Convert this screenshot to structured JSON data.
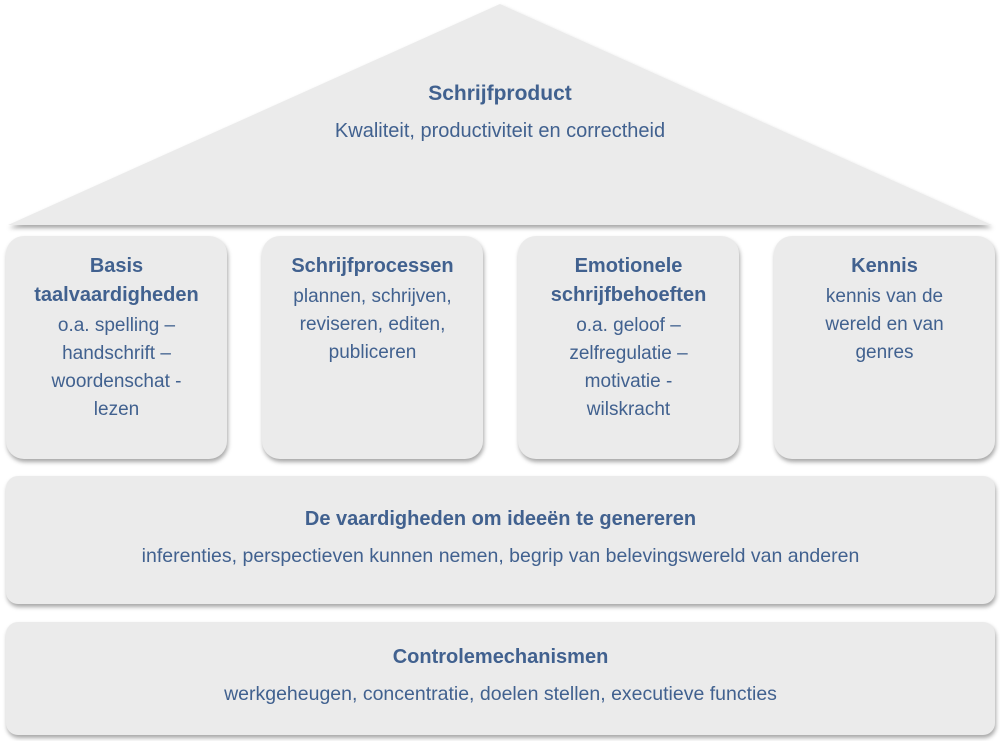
{
  "roof": {
    "title": "Schrijfproduct",
    "subtitle": "Kwaliteit, productiviteit en correctheid"
  },
  "pillars": [
    {
      "title": "Basis\ntaalvaardigheden",
      "description": "o.a. spelling –\nhandschrift –\nwoordenschat -\nlezen"
    },
    {
      "title": "Schrijfprocessen",
      "description": "plannen, schrijven,\nreviseren, editen,\npubliceren"
    },
    {
      "title": "Emotionele\nschrijfbehoeften",
      "description": "o.a. geloof –\nzelfregulatie –\nmotivatie -\nwilskracht"
    },
    {
      "title": "Kennis",
      "description": "kennis van de\nwereld en van\ngenres"
    }
  ],
  "bands": [
    {
      "title": "De vaardigheden om ideeën te genereren",
      "description": "inferenties, perspectieven kunnen nemen, begrip van belevingswereld van anderen"
    },
    {
      "title": "Controlemechanismen",
      "description": "werkgeheugen, concentratie, doelen stellen, executieve functies"
    }
  ],
  "colors": {
    "text": "#41618f",
    "fill": "#ebebeb"
  }
}
